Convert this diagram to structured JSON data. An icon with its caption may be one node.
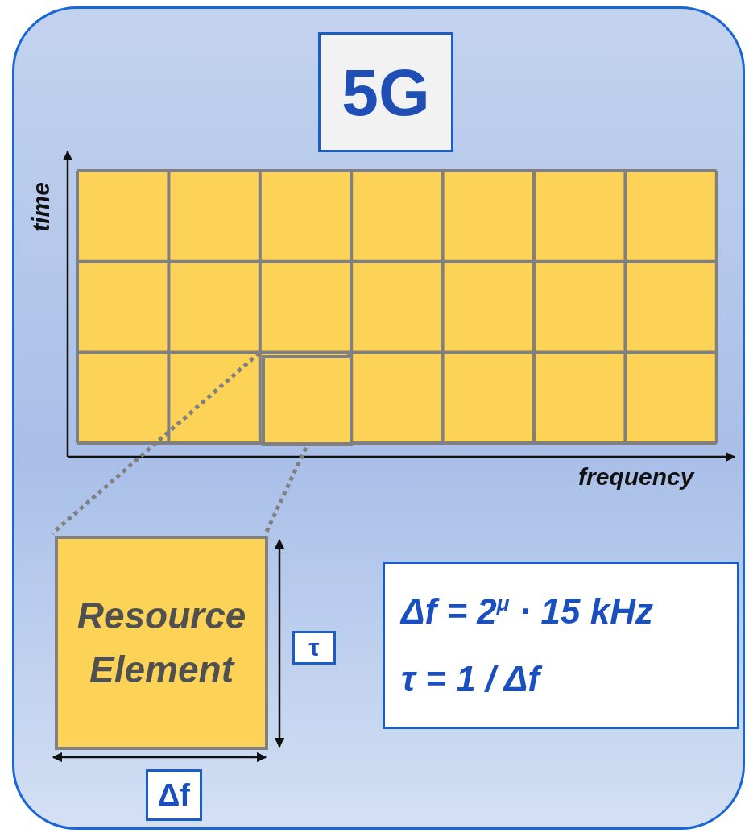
{
  "diagram": {
    "nodes": [
      {
        "text": [],
        "shape": "box"
      },
      {
        "text": [
          "5G"
        ],
        "in": 0
      },
      {
        "text": [],
        "shape": "box",
        "in": 0
      },
      {
        "text": [
          "Resource Element"
        ],
        "in": 0
      },
      {
        "text": [
          "τ"
        ],
        "in": 0
      },
      {
        "text": [
          "Δf"
        ],
        "in": 0
      },
      {
        "text": [
          "Δf = 2$^{μ}$ · 15 kHz",
          "τ = 1 / Δf"
        ],
        "in": 0
      }
    ],
    "edges": [
      {
        "from": 2,
        "to": 3,
        "arrow": "none",
        "style": "dashed"
      },
      {
        "from": 2,
        "to": 3,
        "arrow": "none",
        "style": "dashed"
      }
    ],
    "labels": [
      "time",
      "frequency"
    ]
  }
}
